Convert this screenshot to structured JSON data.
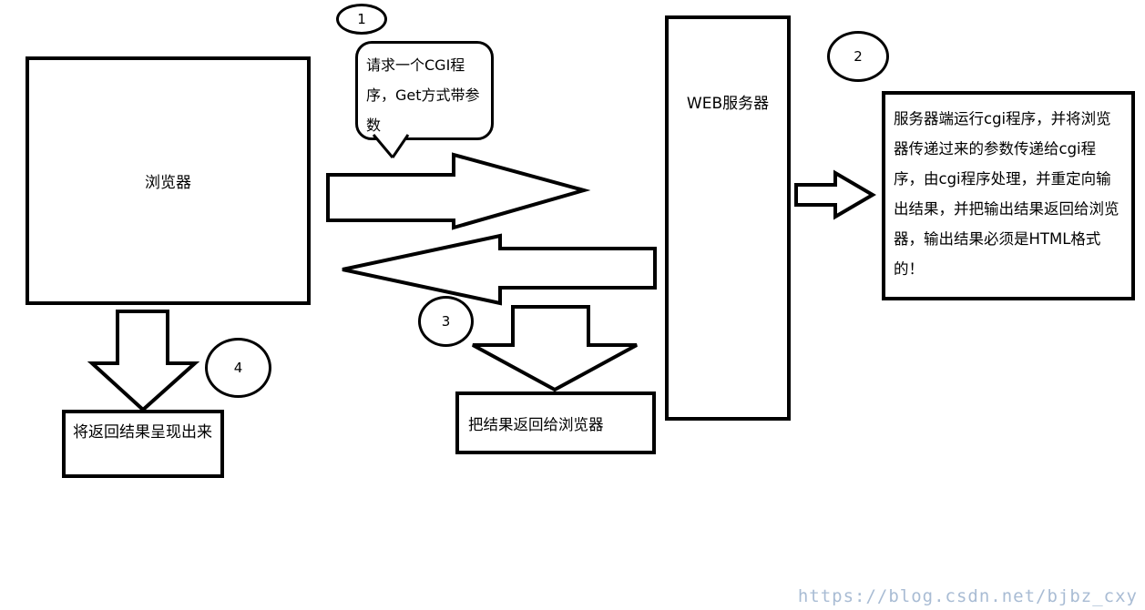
{
  "diagram": {
    "browser_box": {
      "label": "浏览器"
    },
    "web_server_box": {
      "label": "WEB服务器"
    },
    "request_bubble": {
      "text": "请求一个CGI程序，Get方式带参数"
    },
    "server_process_box": {
      "text": "服务器端运行cgi程序，并将浏览器传递过来的参数传递给cgi程序，由cgi程序处理，并重定向输出结果，并把输出结果返回给浏览器，输出结果必须是HTML格式的！"
    },
    "return_result_box": {
      "label": "把结果返回给浏览器"
    },
    "render_result_box": {
      "label": "将返回结果呈现出来"
    },
    "steps": [
      {
        "number": "1"
      },
      {
        "number": "2"
      },
      {
        "number": "3"
      },
      {
        "number": "4"
      }
    ]
  },
  "watermark": {
    "text": "https://blog.csdn.net/bjbz_cxy"
  }
}
